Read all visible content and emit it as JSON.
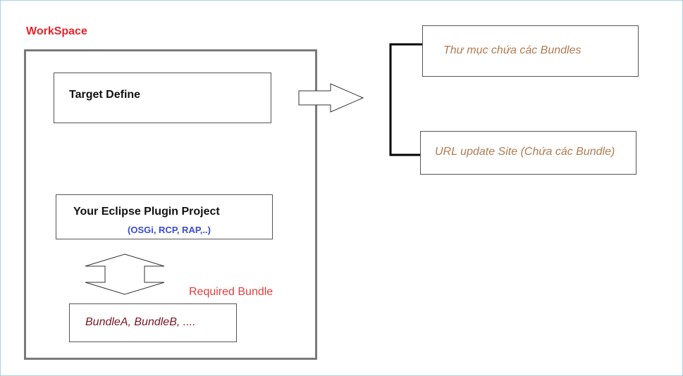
{
  "workspace": {
    "label": "WorkSpace",
    "target_define": "Target Define",
    "plugin_project": {
      "title": "Your Eclipse Plugin Project",
      "subtitle": "(OSGi, RCP, RAP,..)"
    },
    "required_bundle_label": "Required Bundle",
    "bundles_box": "BundleA, BundleB, ...."
  },
  "targets": {
    "folder": "Thư mục chứa các Bundles",
    "update_site": "URL update Site (Chứa các Bundle)"
  },
  "colors": {
    "workspace_label": "#e8242b",
    "plugin_subtitle": "#3b4bc8",
    "required_bundle": "#e23c3c",
    "target_text": "#b07a50",
    "bundles_text": "#7a1424"
  }
}
